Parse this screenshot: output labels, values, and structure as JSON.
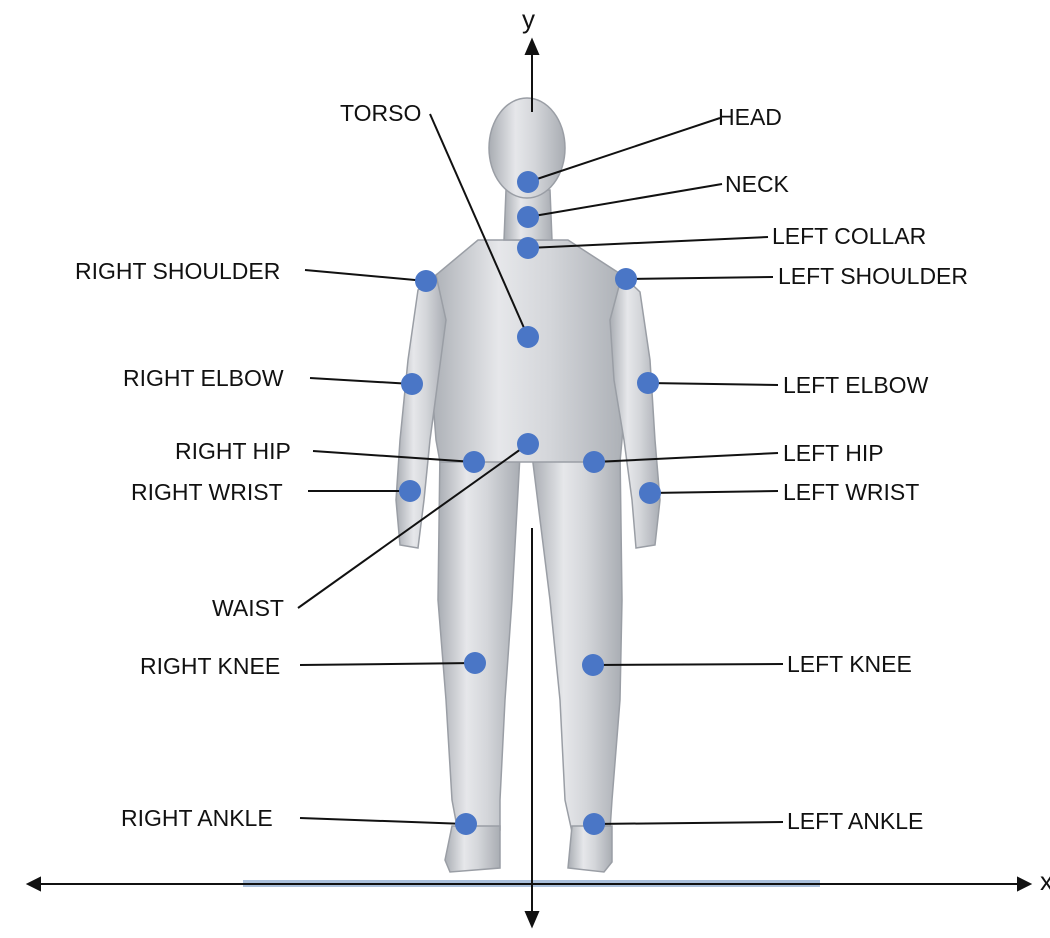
{
  "axes": {
    "x_label": "x",
    "y_label": "y"
  },
  "colors": {
    "background": "#ffffff",
    "joint_marker": "#4a76c6",
    "body_fill": "#d4d6da",
    "body_shadow": "#a9adb3",
    "floor": "#aac0dc",
    "lines": "#111111"
  },
  "joints": [
    {
      "id": "head",
      "label": "HEAD"
    },
    {
      "id": "neck",
      "label": "NECK"
    },
    {
      "id": "torso",
      "label": "TORSO"
    },
    {
      "id": "left-collar",
      "label": "LEFT COLLAR"
    },
    {
      "id": "right-shoulder",
      "label": "RIGHT SHOULDER"
    },
    {
      "id": "left-shoulder",
      "label": "LEFT SHOULDER"
    },
    {
      "id": "right-elbow",
      "label": "RIGHT ELBOW"
    },
    {
      "id": "left-elbow",
      "label": "LEFT ELBOW"
    },
    {
      "id": "right-hip",
      "label": "RIGHT HIP"
    },
    {
      "id": "left-hip",
      "label": "LEFT HIP"
    },
    {
      "id": "right-wrist",
      "label": "RIGHT WRIST"
    },
    {
      "id": "left-wrist",
      "label": "LEFT WRIST"
    },
    {
      "id": "waist",
      "label": "WAIST"
    },
    {
      "id": "right-knee",
      "label": "RIGHT KNEE"
    },
    {
      "id": "left-knee",
      "label": "LEFT KNEE"
    },
    {
      "id": "right-ankle",
      "label": "RIGHT ANKLE"
    },
    {
      "id": "left-ankle",
      "label": "LEFT ANKLE"
    }
  ]
}
